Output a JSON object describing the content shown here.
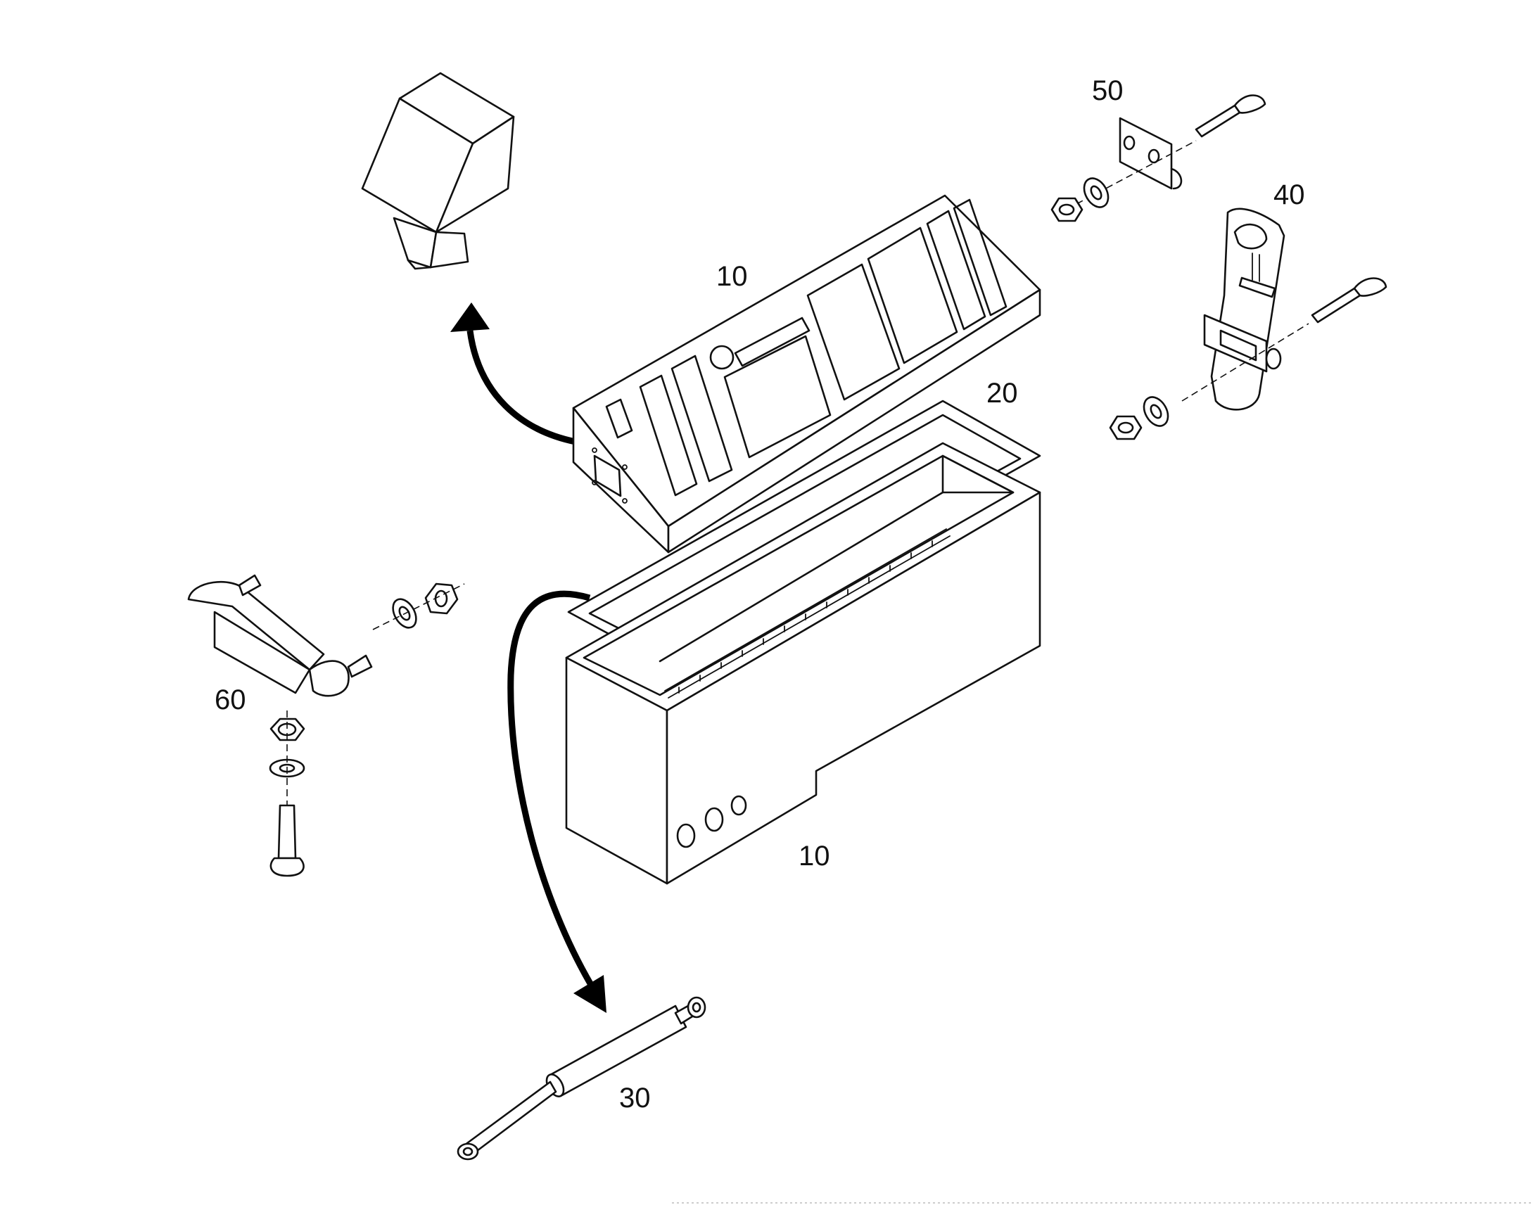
{
  "diagram": {
    "callouts": {
      "console_top": "10",
      "console_base": "10",
      "gasket": "20",
      "gas_spring": "30",
      "latch": "40",
      "striker_plate": "50",
      "hinge": "60"
    },
    "colors": {
      "line": "#111111",
      "arrow": "#000000",
      "background": "#ffffff"
    }
  }
}
